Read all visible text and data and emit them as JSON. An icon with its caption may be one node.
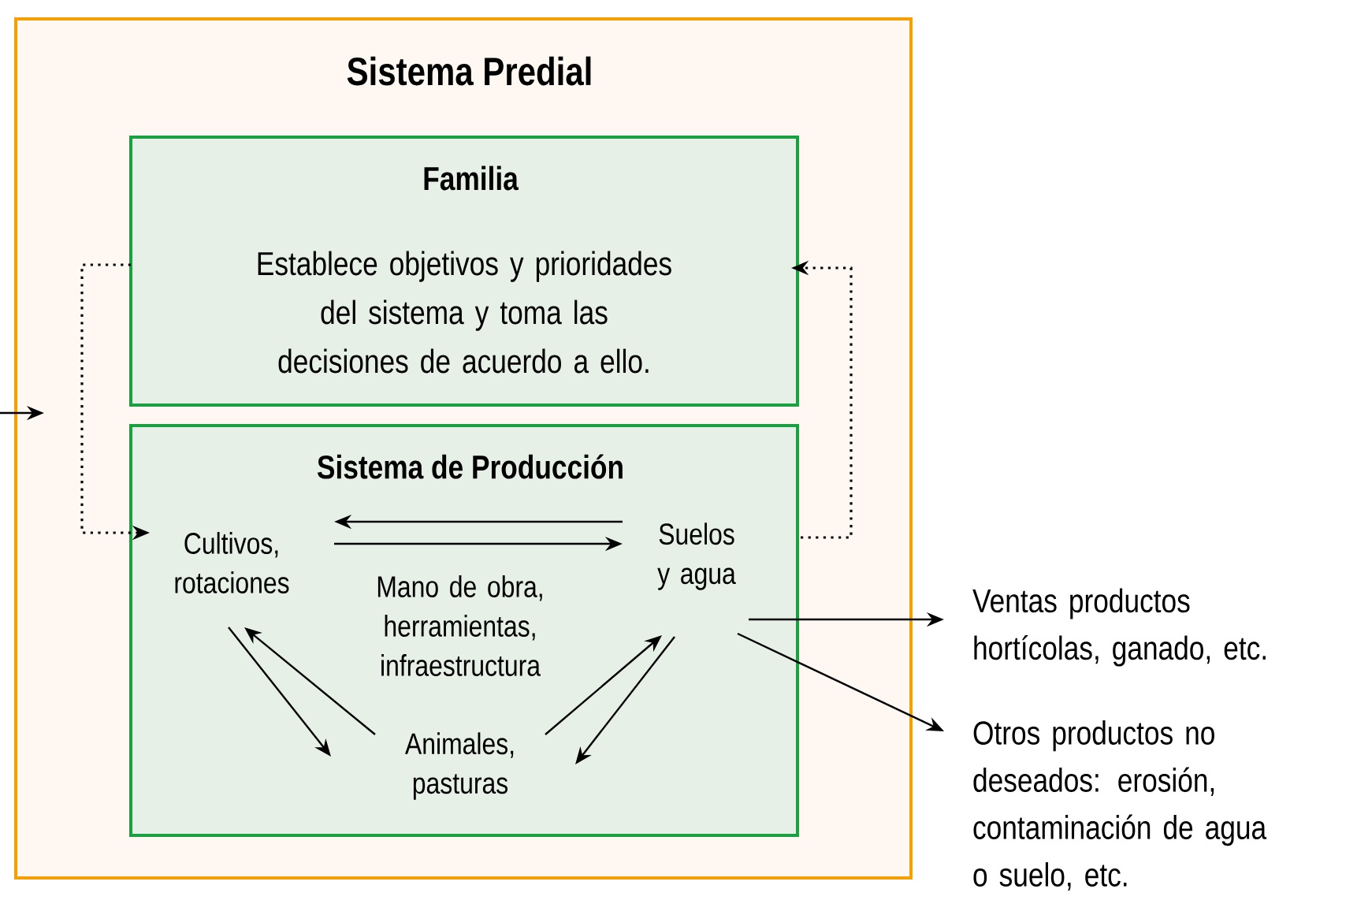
{
  "diagram": {
    "nodes": [
      {
        "text": [
          "Sistema Predial"
        ]
      },
      {
        "text": [
          "Familia",
          "Establece objetivos y prioridades del sistema y toma las decisiones de acuerdo a ello."
        ],
        "in": 0
      },
      {
        "text": [
          "Sistema de Producción"
        ],
        "in": 0
      },
      {
        "text": [
          "Cultivos, rotaciones"
        ],
        "in": 2
      },
      {
        "text": [
          "Suelos y agua"
        ],
        "in": 2
      },
      {
        "text": [
          "Mano de obra, herramientas, infraestructura"
        ],
        "in": 2
      },
      {
        "text": [
          "Animales, pasturas"
        ],
        "in": 2
      },
      {
        "text": [
          "Ventas productos hortícolas, ganado, etc."
        ]
      },
      {
        "text": [
          "Otros productos no deseados: erosión, contaminación de agua o suelo, etc."
        ]
      }
    ],
    "edges": [
      {
        "from": null,
        "to": 0,
        "arrow": "to"
      },
      {
        "from": 1,
        "to": 3,
        "arrow": "to",
        "style": "dashed"
      },
      {
        "from": 4,
        "to": 1,
        "arrow": "to",
        "style": "dashed"
      },
      {
        "from": 4,
        "to": 3,
        "arrow": "to"
      },
      {
        "from": 3,
        "to": 4,
        "arrow": "to"
      },
      {
        "from": 6,
        "to": 3,
        "arrow": "to"
      },
      {
        "from": 3,
        "to": 6,
        "arrow": "to"
      },
      {
        "from": 6,
        "to": 4,
        "arrow": "to"
      },
      {
        "from": 4,
        "to": 6,
        "arrow": "to"
      },
      {
        "from": 4,
        "to": 7,
        "arrow": "to"
      },
      {
        "from": 4,
        "to": 8,
        "arrow": "to"
      }
    ]
  }
}
